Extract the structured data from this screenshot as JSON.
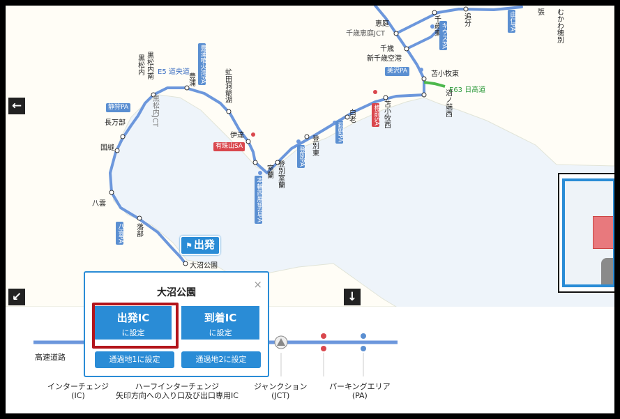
{
  "map": {
    "roads": {
      "e5": "E5 道央道",
      "e63": "E63 日高道"
    },
    "places": {
      "eniwa": "恵庭",
      "chitose_eniwa_jct": "千歳恵庭JCT",
      "chitose": "千歳",
      "shin_chitose": "新千歳空港",
      "tomakomai_higashi": "苫小牧東",
      "tomakomai_nishi": "苫小牧西",
      "numanohata": "沼ノ端西",
      "shiraoi": "白老",
      "noboribetsu_higashi": "登別東",
      "noboribetsu_muroran": "登別室蘭",
      "muroran": "室蘭",
      "date": "伊達",
      "touyako": "虻田洞爺湖",
      "toyoura": "豊浦",
      "kuromatsunai_minami": "黒松内南",
      "kuromatsunai": "黒松内",
      "kuromatsunai_jct": "黒松内JCT",
      "oshamambe": "長万部",
      "kunnui": "国縫",
      "yakumo": "八雲",
      "otoshibe": "落部",
      "onuma_koen": "大沼公園",
      "oiwake": "追分",
      "yubari": "張",
      "mukawa_hobetsu": "むかわ穂別",
      "chitose_higashi": "千歳東"
    },
    "parking": {
      "kiusu": "キウスPA",
      "bibi": "美沢PA",
      "tarumae": "樽前SA",
      "hagino": "萩野PA",
      "noboribetsu_pa": "登別PA",
      "muroran_pa": "本輪西展望台PA",
      "usuzan": "有珠山SA",
      "toyoura_pa": "豊浦噴火湾PA",
      "shizukari": "静狩PA",
      "yakumo_pa": "八雲PA",
      "yubari_pa": "由仁PA"
    },
    "start_flag": "出発",
    "nav": {
      "left": "←",
      "down_left": "↙",
      "down": "↓"
    }
  },
  "popup": {
    "title": "大沼公園",
    "close": "×",
    "start_ic": {
      "line1": "出発IC",
      "line2": "に設定"
    },
    "end_ic": {
      "line1": "到着IC",
      "line2": "に設定"
    },
    "via1": "通過地1に設定",
    "via2": "通過地2に設定"
  },
  "legend": {
    "expressway": "高速道路",
    "ic": "インターチェンジ\n(IC)",
    "half_ic": "ハーフインターチェンジ\n矢印方向への入り口及び出口専用IC",
    "jct": "ジャンクション\n(JCT)",
    "pa": "パーキングエリア\n(PA)"
  },
  "colors": {
    "route": "#6c97dc",
    "accent": "#2a8cd6",
    "highlight": "#b3141b",
    "sa": "#d9474d",
    "hidaka": "#4db84d"
  }
}
